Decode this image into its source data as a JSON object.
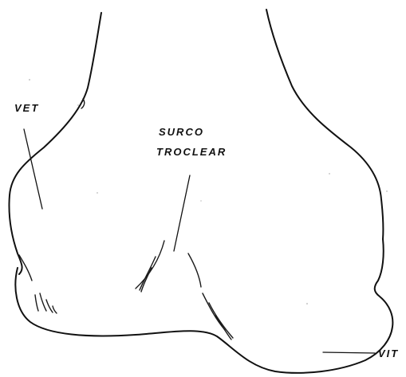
{
  "labels": {
    "vet": "VET",
    "surco_line1": "SURCO",
    "surco_line2": "TROCLEAR",
    "vit": "VIT"
  }
}
